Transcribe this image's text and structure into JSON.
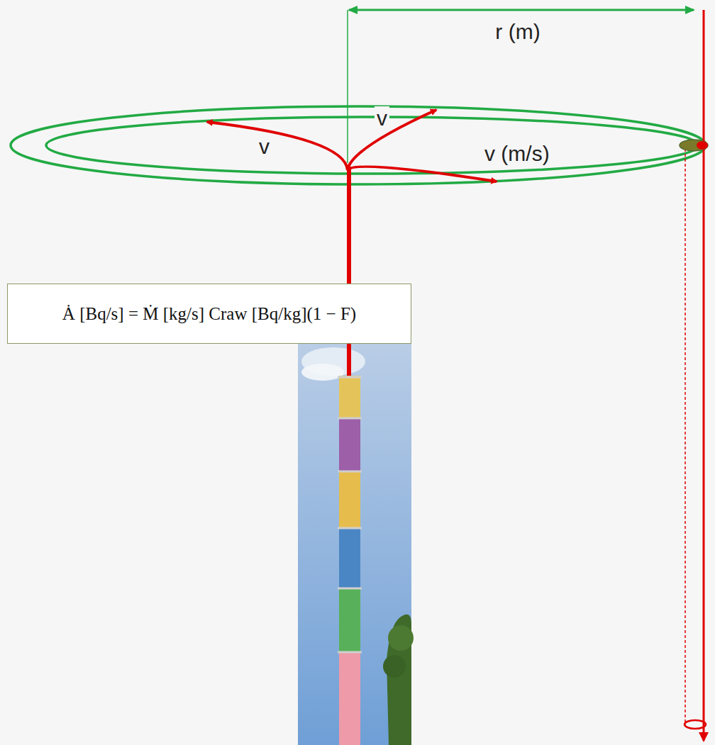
{
  "diagram": {
    "nodes": [
      {
        "text": [
          "Ȧ [Bq/s] = Ṁ [kg/s] Craw [Bq/kg](1 − F)"
        ]
      }
    ],
    "labels": [
      "r (m)",
      "v",
      "v",
      "v (m/s)"
    ]
  }
}
